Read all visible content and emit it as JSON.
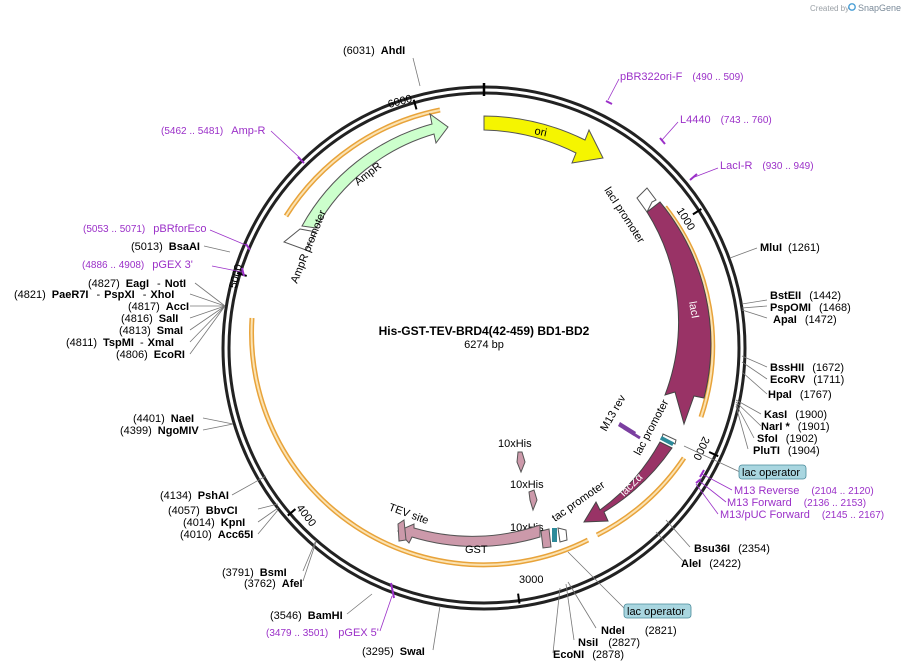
{
  "credit": {
    "created_by": "Created by",
    "brand": "SnapGene"
  },
  "title": "His-GST-TEV-BRD4(42-459) BD1-BD2",
  "size": "6274 bp",
  "ticks": [
    "1000",
    "2000",
    "3000",
    "4000",
    "5000",
    "6000"
  ],
  "features": {
    "ori": "ori",
    "laci_promoter": "lacI promoter",
    "laci": "lacI",
    "m13rev": "M13 rev",
    "lac_promoter": "lac promoter",
    "laczalpha": "lacZα",
    "his1": "10xHis",
    "his2": "10xHis",
    "his3": "10xHis",
    "tac_promoter": "tac promoter",
    "tev": "TEV site",
    "gst": "GST",
    "ampr": "AmpR",
    "ampr_promoter": "AmpR promoter"
  },
  "sites": [
    {
      "id": "ahdi",
      "pos": "(6031)",
      "name": "AhdI"
    },
    {
      "id": "mlui",
      "name": "MluI",
      "pos": "(1261)"
    },
    {
      "id": "bstEII",
      "name": "BstEII",
      "pos": "(1442)"
    },
    {
      "id": "pspomi",
      "name": "PspOMI",
      "pos": "(1468)"
    },
    {
      "id": "apai",
      "name": "ApaI",
      "pos": "(1472)"
    },
    {
      "id": "bsshii",
      "name": "BssHII",
      "pos": "(1672)"
    },
    {
      "id": "ecorv",
      "name": "EcoRV",
      "pos": "(1711)"
    },
    {
      "id": "hpai",
      "name": "HpaI",
      "pos": "(1767)"
    },
    {
      "id": "kasi",
      "name": "KasI",
      "pos": "(1900)"
    },
    {
      "id": "nari",
      "name": "NarI *",
      "pos": "(1901)"
    },
    {
      "id": "sfoi",
      "name": "SfoI",
      "pos": "(1902)"
    },
    {
      "id": "pluti",
      "name": "PluTI",
      "pos": "(1904)"
    },
    {
      "id": "bsu36i",
      "name": "Bsu36I",
      "pos": "(2354)"
    },
    {
      "id": "alei",
      "name": "AleI",
      "pos": "(2422)"
    },
    {
      "id": "ndei",
      "name": "NdeI",
      "pos": "(2821)"
    },
    {
      "id": "nsii",
      "name": "NsiI",
      "pos": "(2827)"
    },
    {
      "id": "econi",
      "name": "EcoNI",
      "pos": "(2878)"
    },
    {
      "id": "swai",
      "pos": "(3295)",
      "name": "SwaI"
    },
    {
      "id": "bamhi",
      "pos": "(3546)",
      "name": "BamHI"
    },
    {
      "id": "afei",
      "pos": "(3762)",
      "name": "AfeI"
    },
    {
      "id": "bsmi",
      "pos": "(3791)",
      "name": "BsmI"
    },
    {
      "id": "acc65i",
      "pos": "(4010)",
      "name": "Acc65I"
    },
    {
      "id": "kpni",
      "pos": "(4014)",
      "name": "KpnI"
    },
    {
      "id": "bbvci",
      "pos": "(4057)",
      "name": "BbvCI"
    },
    {
      "id": "pshai",
      "pos": "(4134)",
      "name": "PshAI"
    },
    {
      "id": "ngomiv",
      "pos": "(4399)",
      "name": "NgoMIV"
    },
    {
      "id": "naei",
      "pos": "(4401)",
      "name": "NaeI"
    },
    {
      "id": "ecori",
      "pos": "(4806)",
      "name": "EcoRI"
    },
    {
      "id": "tspmi",
      "pos": "(4811)",
      "name": "TspMI"
    },
    {
      "id": "xmai",
      "name": "XmaI"
    },
    {
      "id": "smai",
      "pos": "(4813)",
      "name": "SmaI"
    },
    {
      "id": "sali",
      "pos": "(4816)",
      "name": "SalI"
    },
    {
      "id": "acci",
      "pos": "(4817)",
      "name": "AccI"
    },
    {
      "id": "paer7i",
      "pos": "(4821)",
      "name": "PaeR7I"
    },
    {
      "id": "pspxi",
      "name": "PspXI"
    },
    {
      "id": "xhoi",
      "name": "XhoI"
    },
    {
      "id": "eagi",
      "pos": "(4827)",
      "name": "EagI"
    },
    {
      "id": "noti",
      "name": "NotI"
    },
    {
      "id": "bsaai",
      "pos": "(5013)",
      "name": "BsaAI"
    }
  ],
  "primers": [
    {
      "id": "pbr322orif",
      "name": "pBR322ori-F",
      "range": "(490 .. 509)"
    },
    {
      "id": "l4440",
      "name": "L4440",
      "range": "(743 .. 760)"
    },
    {
      "id": "lacir",
      "name": "LacI-R",
      "range": "(930 .. 949)"
    },
    {
      "id": "m13reverse",
      "name": "M13 Reverse",
      "range": "(2104 .. 2120)"
    },
    {
      "id": "m13forward",
      "name": "M13 Forward",
      "range": "(2136 .. 2153)"
    },
    {
      "id": "m13puc",
      "name": "M13/pUC Forward",
      "range": "(2145 .. 2167)"
    },
    {
      "id": "pgex5",
      "name": "pGEX 5'",
      "range": "(3479 .. 3501)"
    },
    {
      "id": "pgex3",
      "name": "pGEX 3'",
      "range": "(4886 .. 4908)"
    },
    {
      "id": "pbrforeco",
      "name": "pBRforEco",
      "range": "(5053 .. 5071)"
    },
    {
      "id": "ampr",
      "name": "Amp-R",
      "range": "(5462 .. 5481)"
    }
  ],
  "operators": [
    {
      "id": "lacop1",
      "name": "lac operator"
    },
    {
      "id": "lacop2",
      "name": "lac operator"
    }
  ],
  "colors": {
    "ori": "#f5f500",
    "laci": "#993366",
    "lacz": "#993366",
    "gst": "#cc99aa",
    "his": "#cc99aa",
    "ampr": "#ccffcc",
    "primer": "#9b30c8",
    "orf_fill": "#f7c97a",
    "operator_box": "#a9d6e0"
  }
}
